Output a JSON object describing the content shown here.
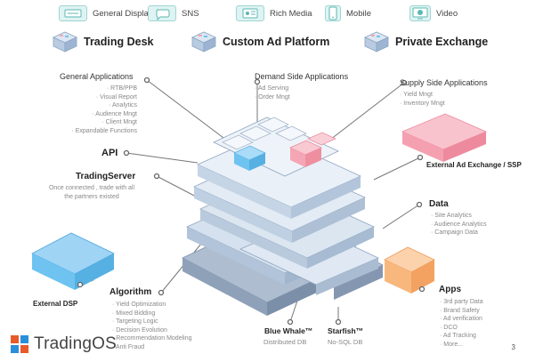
{
  "channels": [
    {
      "label": "General Display",
      "icon": "display-banner-icon"
    },
    {
      "label": "SNS",
      "icon": "chat-bubble-icon"
    },
    {
      "label": "Rich Media",
      "icon": "rich-media-icon"
    },
    {
      "label": "Mobile",
      "icon": "mobile-phone-icon"
    },
    {
      "label": "Video",
      "icon": "video-monitor-icon"
    }
  ],
  "platforms": [
    {
      "label": "Trading Desk"
    },
    {
      "label": "Custom Ad Platform"
    },
    {
      "label": "Private Exchange"
    }
  ],
  "general_applications": {
    "title": "General Applications",
    "items": [
      "RTB/PPB",
      "Visual Report",
      "Analytics",
      "Audience Mngt",
      "Client Mngt",
      "Expandable Functions"
    ]
  },
  "demand_side": {
    "title": "Demand Side Applications",
    "items": [
      "Ad Serving",
      "Order Mngt"
    ]
  },
  "supply_side": {
    "title": "Supply Side Applications",
    "items": [
      "Yield Mngt",
      "Inventory Mngt"
    ]
  },
  "api": {
    "title": "API"
  },
  "trading_server": {
    "title": "TradingServer",
    "desc": [
      "Once connected , trade with all",
      "the partners existed"
    ]
  },
  "external_exchange": {
    "title": "External Ad Exchange / SSP"
  },
  "data": {
    "title": "Data",
    "items": [
      "Site Analytics",
      "Audience Analytics",
      "Campaign Data"
    ]
  },
  "external_dsp": {
    "title": "External DSP"
  },
  "algorithm": {
    "title": "Algorithm",
    "items": [
      "Yield Optimization",
      "Mixed Bidding",
      "Targeting Logic",
      "Decision Evolution",
      "Recommendation Modeling",
      "Anti Fraud"
    ]
  },
  "apps": {
    "title": "Apps",
    "items": [
      "3rd party Data",
      "Brand Safety",
      "Ad verification",
      "DCO",
      "Ad Tracking",
      "More..."
    ]
  },
  "blue_whale": {
    "title": "Blue Whale™",
    "sub": "Distributed DB"
  },
  "starfish": {
    "title": "Starfish™",
    "sub": "No-SQL DB"
  },
  "logo": {
    "name": "TradingOS"
  },
  "page_number": "3",
  "colors": {
    "accent_pink": "#f4a6b4",
    "accent_blue": "#6ec3f0",
    "accent_orange": "#f8b77c",
    "layer_blue": "#c9d9ea",
    "teal_icon": "#9fd6d3"
  }
}
